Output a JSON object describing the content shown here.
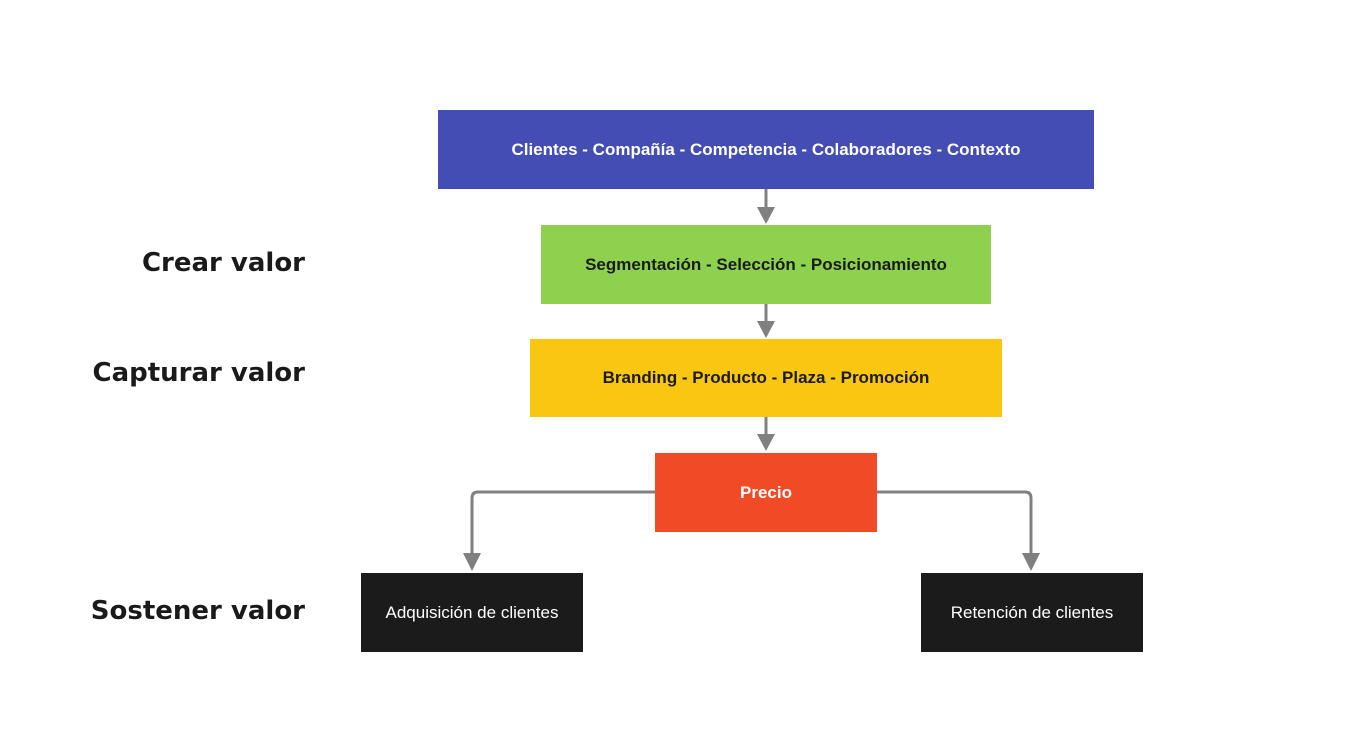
{
  "labels": {
    "crear": "Crear valor",
    "capturar": "Capturar valor",
    "sostener": "Sostener valor"
  },
  "nodes": {
    "cinco_c": "Clientes - Compañía - Competencia - Colaboradores - Contexto",
    "stp": "Segmentación - Selección - Posicionamiento",
    "mix": "Branding - Producto - Plaza - Promoción",
    "precio": "Precio",
    "adquisicion": "Adquisición de clientes",
    "retencion": "Retención de clientes"
  },
  "colors": {
    "cinco_c": "#434db3",
    "stp": "#8ed14f",
    "mix": "#f9c712",
    "precio": "#f04a27",
    "sostener": "#1b1b1b",
    "connector": "#808080"
  }
}
